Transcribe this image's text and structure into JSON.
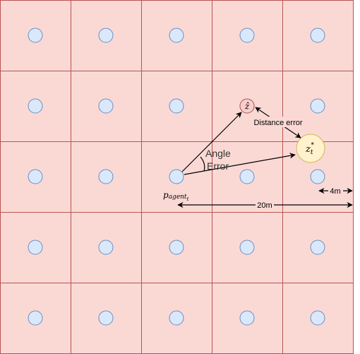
{
  "grid": {
    "rows": 5,
    "cols": 5,
    "cell_fill": "#fad9d5",
    "cell_stroke": "#b85450"
  },
  "nodes": {
    "fill": "#dae8fc",
    "stroke": "#6c8ebf"
  },
  "labels": {
    "z_hat": "ẑ",
    "z_star_base": "z",
    "z_star_sup": "*",
    "z_star_sub": "t",
    "p_agent_base": "p",
    "p_agent_sub": "agent",
    "p_agent_subsub": "t",
    "angle_error": [
      "Angle",
      "Error"
    ],
    "distance_error": "Distance error",
    "dim_cell": "4m",
    "dim_total": "20m"
  },
  "colors": {
    "z_hat_fill": "#f8cecc",
    "z_hat_stroke": "#b85450",
    "z_star_fill": "#fff2cc",
    "z_star_stroke": "#d6b656",
    "arrow": "#000000",
    "label_bg": "#fad9d5"
  }
}
